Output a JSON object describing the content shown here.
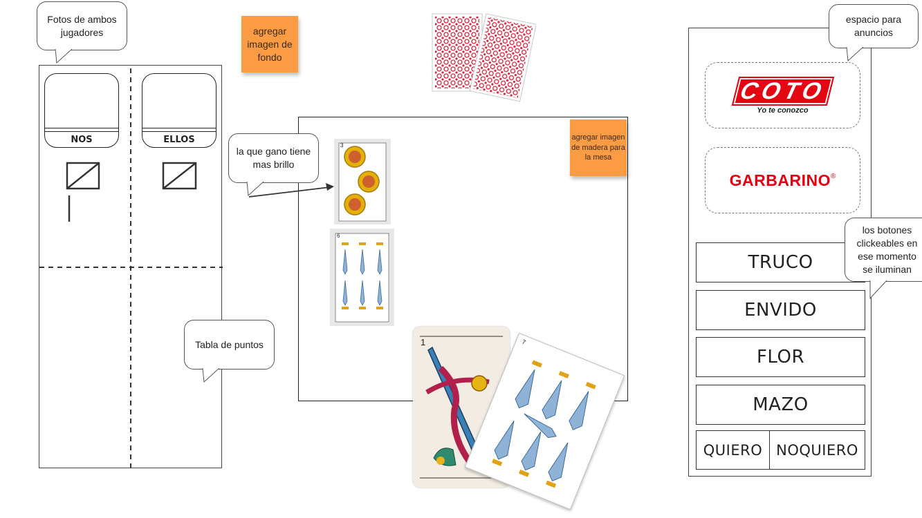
{
  "notes": {
    "fotos": "Fotos de ambos jugadores",
    "fondo": "agregar imagen de fondo",
    "madera": "agregar imagen de madera para la mesa",
    "brillo": "la que gano tiene mas brillo",
    "tabla": "Tabla de puntos",
    "anuncios": "espacio para anuncios",
    "botones": "los botones clickeables en ese momento se iluminan"
  },
  "players": {
    "nos": "NOS",
    "ellos": "ELLOS"
  },
  "ads": {
    "coto": "COTO",
    "coto_slogan": "Yo te conozco",
    "garbarino": "GARBARINO",
    "garbarino_mark": "®"
  },
  "buttons": {
    "truco": "TRUCO",
    "envido": "ENVIDO",
    "flor": "FLOR",
    "mazo": "MAZO",
    "quiero": "QUIERO",
    "noquiero": "NOQUIERO"
  },
  "cards": {
    "oros_number": "3",
    "espadas6_number": "6",
    "espada1_number": "1",
    "espada7_number": "7"
  },
  "colors": {
    "sticky": "#fb9b43",
    "coto_red": "#e30613",
    "garbarino_red": "#e3000f",
    "card_back": "#d9243a"
  }
}
